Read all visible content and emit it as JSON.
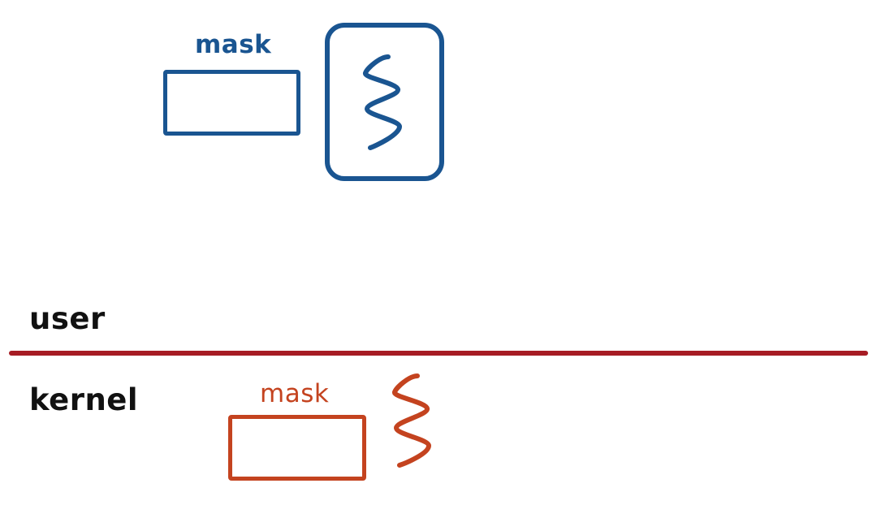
{
  "colors": {
    "user_blue": "#1a5591",
    "kernel_orange": "#c4431f",
    "divider_red": "#a61c24",
    "text_black": "#111111"
  },
  "user_space": {
    "label": "user",
    "mask_label": "mask",
    "thread_icon": "squiggle-thread-icon"
  },
  "kernel_space": {
    "label": "kernel",
    "mask_label": "mask",
    "thread_icon": "squiggle-thread-icon"
  }
}
